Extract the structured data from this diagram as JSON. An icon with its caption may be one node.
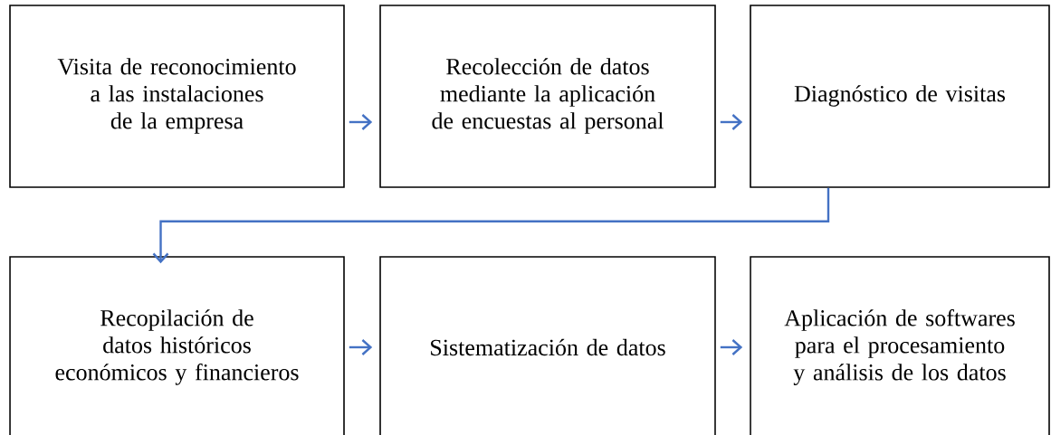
{
  "diagram": {
    "nodes": [
      {
        "text": [
          "Visita de reconocimiento a las instalaciones de la empresa"
        ]
      },
      {
        "text": [
          "Recolección de datos mediante la aplicación de encuestas al personal"
        ]
      },
      {
        "text": [
          "Diagnóstico de visitas"
        ]
      },
      {
        "text": [
          "Recopilación de datos históricos económicos y financieros"
        ]
      },
      {
        "text": [
          "Sistematización de datos"
        ]
      },
      {
        "text": [
          "Aplicación de softwares para el procesamiento y análisis de los datos"
        ]
      }
    ],
    "edges": [
      {
        "from": 0,
        "to": 1,
        "arrow": "to"
      },
      {
        "from": 1,
        "to": 2,
        "arrow": "to"
      },
      {
        "from": 2,
        "to": 3,
        "arrow": "to"
      },
      {
        "from": 3,
        "to": 4,
        "arrow": "to"
      },
      {
        "from": 4,
        "to": 5,
        "arrow": "to"
      }
    ]
  }
}
